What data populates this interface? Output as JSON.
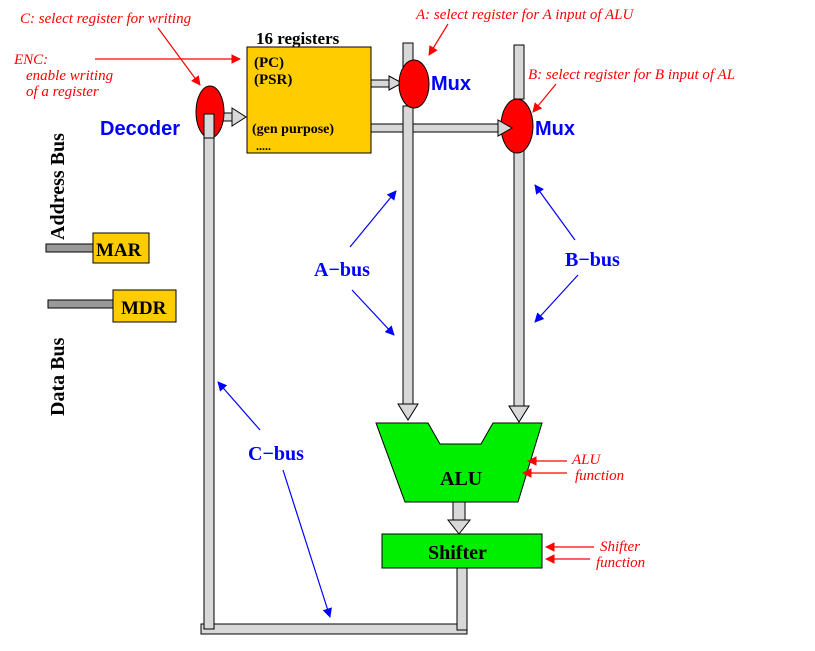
{
  "labels": {
    "registers_title": "16 registers",
    "reg_pc": "(PC)",
    "reg_psr": "(PSR)",
    "reg_gen": "(gen purpose)",
    "reg_dots": ".....",
    "mux_a": "Mux",
    "mux_b": "Mux",
    "decoder": "Decoder",
    "mar": "MAR",
    "mdr": "MDR",
    "address_bus": "Address Bus",
    "data_bus": "Data Bus",
    "a_bus": "A−bus",
    "b_bus": "B−bus",
    "c_bus": "C−bus",
    "alu": "ALU",
    "shifter": "Shifter"
  },
  "annotations": {
    "c_select": "C: select register for writing",
    "enc_1": "ENC:",
    "enc_2": "enable writing",
    "enc_3": "of a register",
    "a_select": "A: select register for A input of ALU",
    "b_select": "B: select register for B input of AL",
    "alu_fn_1": "ALU",
    "alu_fn_2": "function",
    "shifter_fn_1": "Shifter",
    "shifter_fn_2": "function"
  },
  "colors": {
    "register_fill": "#ffcc00",
    "mux_fill": "#ff0000",
    "alu_fill": "#00ee00",
    "shifter_fill": "#00ee00",
    "bus_fill": "#d8d8d8",
    "annotation": "#ff0000",
    "bus_label": "#0000ff"
  }
}
